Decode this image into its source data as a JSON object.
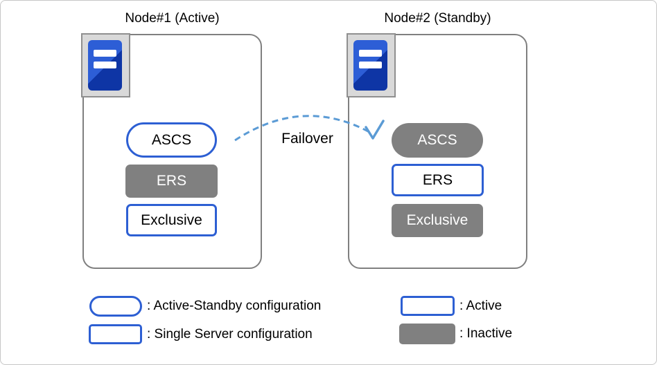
{
  "nodes": [
    {
      "title": "Node#1 (Active)",
      "icon": "server-icon",
      "items": [
        {
          "label": "ASCS",
          "shape": "pill",
          "state": "active"
        },
        {
          "label": "ERS",
          "shape": "rect",
          "state": "inactive"
        },
        {
          "label": "Exclusive",
          "shape": "rect",
          "state": "active"
        }
      ]
    },
    {
      "title": "Node#2 (Standby)",
      "icon": "server-icon",
      "items": [
        {
          "label": "ASCS",
          "shape": "pill",
          "state": "inactive"
        },
        {
          "label": "ERS",
          "shape": "rect",
          "state": "active"
        },
        {
          "label": "Exclusive",
          "shape": "rect",
          "state": "inactive"
        }
      ]
    }
  ],
  "failover": {
    "label": "Failover",
    "direction": "node1-to-node2"
  },
  "legend": {
    "items": [
      {
        "swatch": "pill-outline",
        "label": ": Active-Standby configuration"
      },
      {
        "swatch": "rect-outline",
        "label": ": Single Server configuration"
      },
      {
        "swatch": "rect-outline",
        "label": ": Active"
      },
      {
        "swatch": "rect-filled",
        "label": ": Inactive"
      }
    ]
  },
  "colors": {
    "active_blue": "#2d5fd3",
    "inactive_gray": "#808080",
    "arrow_blue": "#5b9bd5",
    "node_border": "#7f7f7f",
    "icon_frame": "#d9d9d9",
    "icon_frame_border": "#8f8f8f",
    "icon_blue_light": "#2d5ed6",
    "icon_blue_dark": "#0e35a5",
    "canvas_border": "#c6c6c6"
  }
}
